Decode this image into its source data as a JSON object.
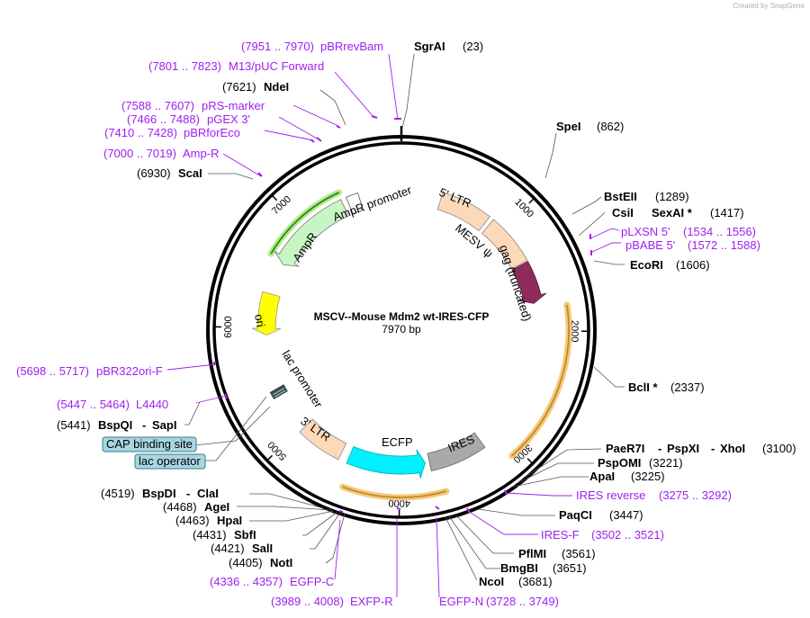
{
  "credit": "Created by SnapGene",
  "plasmid": {
    "name": "MSCV--Mouse Mdm2 wt-IRES-CFP",
    "size_label": "7970 bp",
    "length": 7970
  },
  "ticks": [
    {
      "label": "1000",
      "pos": 1000
    },
    {
      "label": "2000",
      "pos": 2000
    },
    {
      "label": "3000",
      "pos": 3000
    },
    {
      "label": "4000",
      "pos": 4000
    },
    {
      "label": "5000",
      "pos": 5000
    },
    {
      "label": "6000",
      "pos": 6000
    },
    {
      "label": "7000",
      "pos": 7000
    }
  ],
  "labels": {
    "sgrai": {
      "name": "SgrAI",
      "pos": "(23)"
    },
    "pbrrevbam": {
      "range": "(7951 .. 7970)",
      "name": "pBRrevBam"
    },
    "m13": {
      "range": "(7801 .. 7823)",
      "name": "M13/pUC Forward"
    },
    "ndei": {
      "pos": "(7621)",
      "name": "NdeI"
    },
    "prs": {
      "range": "(7588 .. 7607)",
      "name": "pRS-marker"
    },
    "pgex": {
      "range": "(7466 .. 7488)",
      "name": "pGEX 3'"
    },
    "pbrfor": {
      "range": "(7410 .. 7428)",
      "name": "pBRforEco"
    },
    "ampr_primer": {
      "range": "(7000 .. 7019)",
      "name": "Amp-R"
    },
    "scai": {
      "pos": "(6930)",
      "name": "ScaI"
    },
    "spei": {
      "name": "SpeI",
      "pos": "(862)"
    },
    "bsteii": {
      "name": "BstEII",
      "pos": "(1289)"
    },
    "csii": {
      "name": "CsiI",
      "name2": "SexAI *",
      "pos": "(1417)"
    },
    "plxsn": {
      "name": "pLXSN 5'",
      "range": "(1534 .. 1556)"
    },
    "pbabe": {
      "name": "pBABE 5'",
      "range": "(1572 .. 1588)"
    },
    "ecori": {
      "name": "EcoRI",
      "pos": "(1606)"
    },
    "bcli": {
      "name": "BclI *",
      "pos": "(2337)"
    },
    "pbr322": {
      "range": "(5698 .. 5717)",
      "name": "pBR322ori-F"
    },
    "l4440": {
      "range": "(5447 .. 5464)",
      "name": "L4440"
    },
    "bspqi": {
      "pos": "(5441)",
      "name": "BspQI",
      "name2": "SapI"
    },
    "cap": {
      "name": "CAP binding site"
    },
    "lacop": {
      "name": "lac operator"
    },
    "paer7i": {
      "name": "PaeR7I",
      "name2": "PspXI",
      "name3": "XhoI",
      "pos": "(3100)"
    },
    "pspomi": {
      "name": "PspOMI",
      "pos": "(3221)"
    },
    "apai": {
      "name": "ApaI",
      "pos": "(3225)"
    },
    "iresrev": {
      "name": "IRES reverse",
      "range": "(3275 .. 3292)"
    },
    "paqci": {
      "name": "PaqCI",
      "pos": "(3447)"
    },
    "iresf": {
      "name": "IRES-F",
      "range": "(3502 .. 3521)"
    },
    "pflmi": {
      "name": "PflMI",
      "pos": "(3561)"
    },
    "bmgbi": {
      "name": "BmgBI",
      "pos": "(3651)"
    },
    "ncoi": {
      "name": "NcoI",
      "pos": "(3681)"
    },
    "egfpn": {
      "name": "EGFP-N",
      "range": "(3728 .. 3749)"
    },
    "exfpr": {
      "range": "(3989 .. 4008)",
      "name": "EXFP-R"
    },
    "egfpc": {
      "range": "(4336 .. 4357)",
      "name": "EGFP-C"
    },
    "noti": {
      "pos": "(4405)",
      "name": "NotI"
    },
    "sali": {
      "pos": "(4421)",
      "name": "SalI"
    },
    "sbfi": {
      "pos": "(4431)",
      "name": "SbfI"
    },
    "hpai": {
      "pos": "(4463)",
      "name": "HpaI"
    },
    "agei": {
      "pos": "(4468)",
      "name": "AgeI"
    },
    "bspdi": {
      "pos": "(4519)",
      "name": "BspDI",
      "name2": "ClaI"
    }
  },
  "features": {
    "ltr5": "5' LTR",
    "mesv": "MESV ψ",
    "gag": "gag (truncated)",
    "ampr_promoter": "AmpR promoter",
    "ampr": "AmpR",
    "ori": "ori",
    "lac_promoter": "lac promoter",
    "ltr3": "3' LTR",
    "ecfp": "ECFP",
    "ires": "IRES"
  },
  "colors": {
    "ltr": "#fcd9b8",
    "gag": "#8f2a5d",
    "ampr": "#c8f5c4",
    "ori": "#ffff00",
    "ecfp": "#00f0ff",
    "ires": "#a9a9a9",
    "primer": "#a020f0",
    "orf_highlight": "#f5c97a",
    "orf_line": "#c08a2a",
    "ampr_orf_line": "#2a8a20",
    "ampr_orf_highlight": "#b6e98a",
    "blue_box": "#a8d6e0"
  }
}
